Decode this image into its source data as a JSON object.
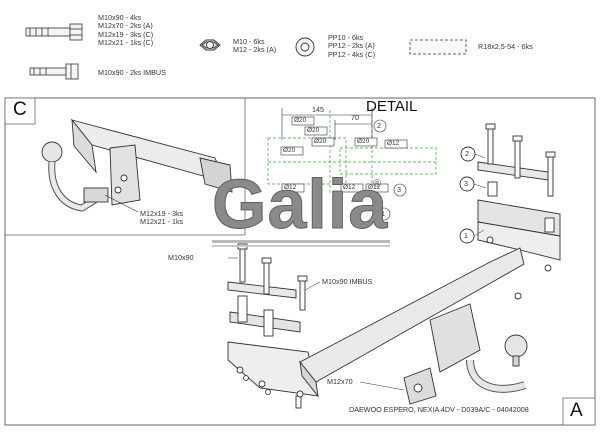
{
  "parts_legend": {
    "bolt_long_lines": [
      "M10x90 - 4ks",
      "M12x70 - 2ks (A)",
      "M12x19 - 3ks (C)",
      "M12x21 - 1ks (C)"
    ],
    "nut_lines": [
      "M10 - 6ks",
      "M12 - 2ks (A)"
    ],
    "washer_lines": [
      "PP10 - 6ks",
      "PP12 - 2ks (A)",
      "PP12 - 4ks (C)"
    ],
    "bolt_imbus_label": "M10x90 - 2ks IMBUS",
    "spacer_label": "R18x2,5-54 - 6ks"
  },
  "view_c": {
    "letter": "C",
    "bolt_lines": [
      "M12x19 - 3ks",
      "M12x21 - 1ks"
    ]
  },
  "detail": {
    "title": "DETAIL",
    "dim_145": "145",
    "dim_70": "70",
    "holes": [
      "Ø20",
      "Ø20",
      "Ø20",
      "Ø20",
      "Ø20",
      "Ø12",
      "Ø12",
      "Ø12",
      "Ø12"
    ],
    "callouts": [
      "2",
      "3",
      "1"
    ]
  },
  "logo_text": "Galia",
  "logo_mark": "®",
  "main_view": {
    "letter": "A",
    "label_m10x90": "M10x90",
    "label_m10x90_imbus": "M10x90 IMBUS",
    "label_m12x70": "M12x70",
    "callouts": [
      "2",
      "3",
      "1"
    ],
    "footer": "DAEWOO ESPERO, NEXIA 4DV - D039A/C - 04042008"
  }
}
